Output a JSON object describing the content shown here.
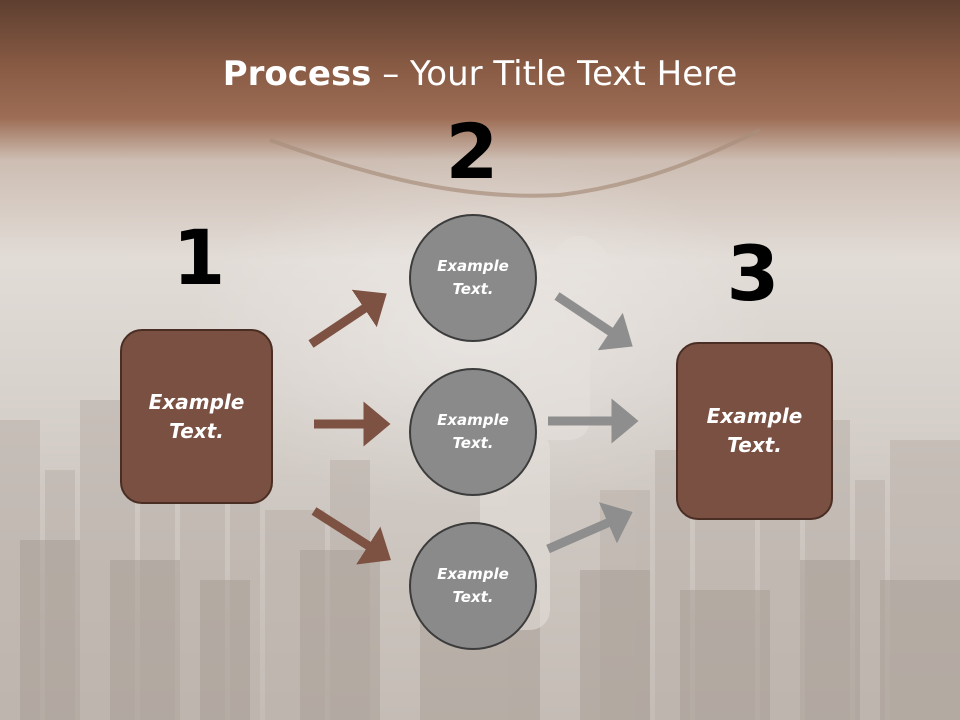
{
  "title": {
    "bold": "Process",
    "rest": " – Your Title Text Here"
  },
  "steps": {
    "one": "1",
    "two": "2",
    "three": "3"
  },
  "left_box": {
    "label": "Example Text."
  },
  "right_box": {
    "label": "Example Text."
  },
  "circles": [
    {
      "label": "Example Text."
    },
    {
      "label": "Example Text."
    },
    {
      "label": "Example Text."
    }
  ],
  "colors": {
    "box_fill": "#7a5042",
    "circle_fill": "#8a8a8a",
    "brown_arrow": "#7d5242",
    "gray_arrow": "#8e8e8e"
  }
}
